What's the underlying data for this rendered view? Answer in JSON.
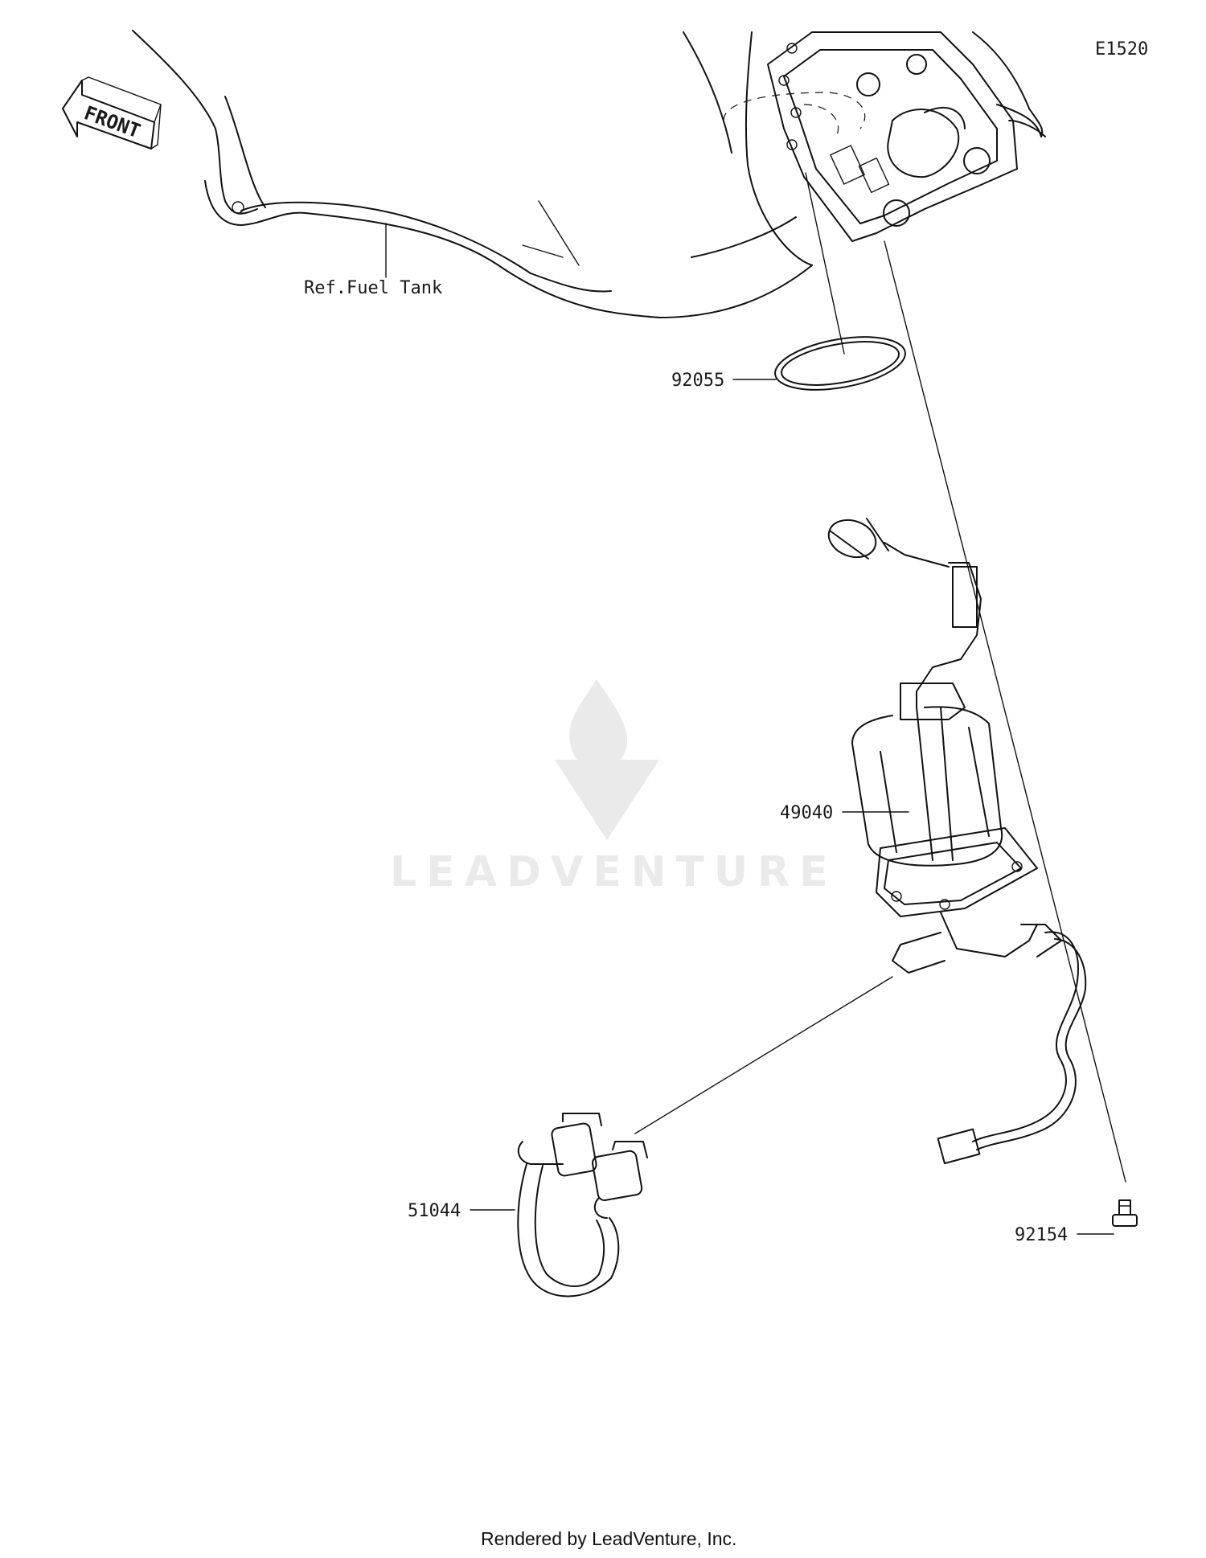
{
  "diagram_code": "E1520",
  "front_label": "FRONT",
  "watermark": "LEADVENTURE",
  "footer": "Rendered by LeadVenture, Inc.",
  "callouts": {
    "ref_fuel_tank": "Ref.Fuel Tank",
    "gasket": "92055",
    "fuel_pump": "49040",
    "hose": "51044",
    "bolt": "92154"
  },
  "colors": {
    "line": "#111111",
    "watermark": "#d9d9d9"
  }
}
